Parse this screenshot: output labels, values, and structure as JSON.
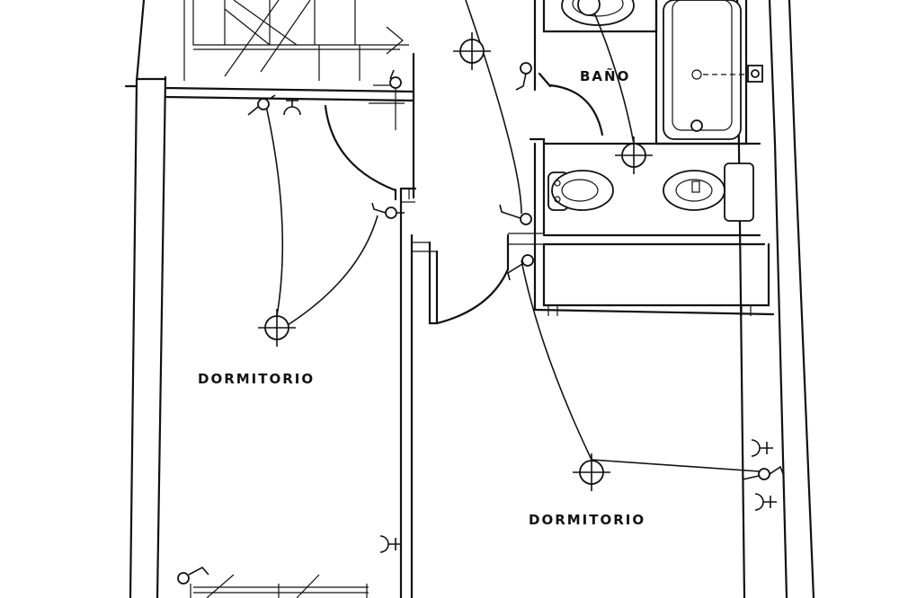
{
  "rooms": {
    "bathroom": "BAÑO",
    "bedroom_left": "DORMITORIO",
    "bedroom_right": "DORMITORIO"
  },
  "symbol_types": {
    "ceiling_light": "ceiling-light-icon",
    "switch": "light-switch-icon",
    "outlet": "outlet-icon"
  },
  "colors": {
    "ink": "#111111",
    "paper": "#ffffff"
  }
}
